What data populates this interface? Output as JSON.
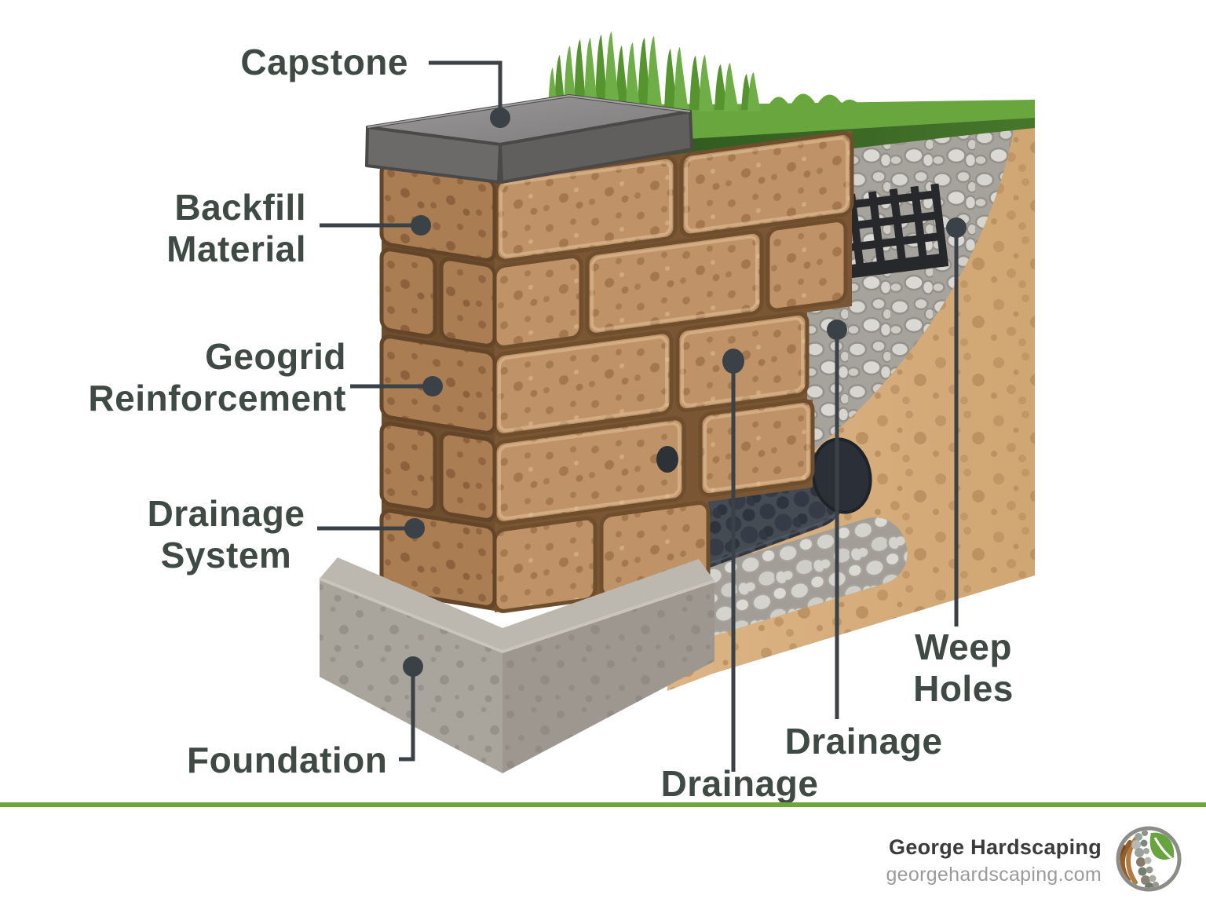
{
  "diagram": {
    "title_context": "Retaining wall cross-section diagram",
    "labels": {
      "capstone": {
        "text": "Capstone"
      },
      "backfill": {
        "line1": "Backfill",
        "line2": "Material"
      },
      "geogrid": {
        "line1": "Geogrid",
        "line2": "Reinforcement"
      },
      "drainage_system": {
        "line1": "Drainage",
        "line2": "System"
      },
      "foundation": {
        "text": "Foundation"
      },
      "weep_holes": {
        "line1": "Weep",
        "line2": "Holes"
      },
      "drainage_mid": {
        "text": "Drainage"
      },
      "drainage_bottom": {
        "text": "Drainage"
      }
    },
    "colors": {
      "label_text": "#3f4a45",
      "leader_line": "#3a4147",
      "brick": "#c09268",
      "brick_shadow": "#6f4e2e",
      "capstone_gray": "#8a8888",
      "grass_green": "#69a63e",
      "grass_dark": "#2d5a21",
      "soil_tan": "#d7ae7c",
      "gravel_gray": "#a6a29c",
      "foundation_gray": "#a09a92",
      "pipe_dark": "#454b53",
      "geogrid_black": "#26282b"
    }
  },
  "footer": {
    "brand": "George Hardscaping",
    "website": "georgehardscaping.com",
    "divider_color": "#6ea73e",
    "logo": "hardscaping-leaf-pebbles-logo"
  }
}
